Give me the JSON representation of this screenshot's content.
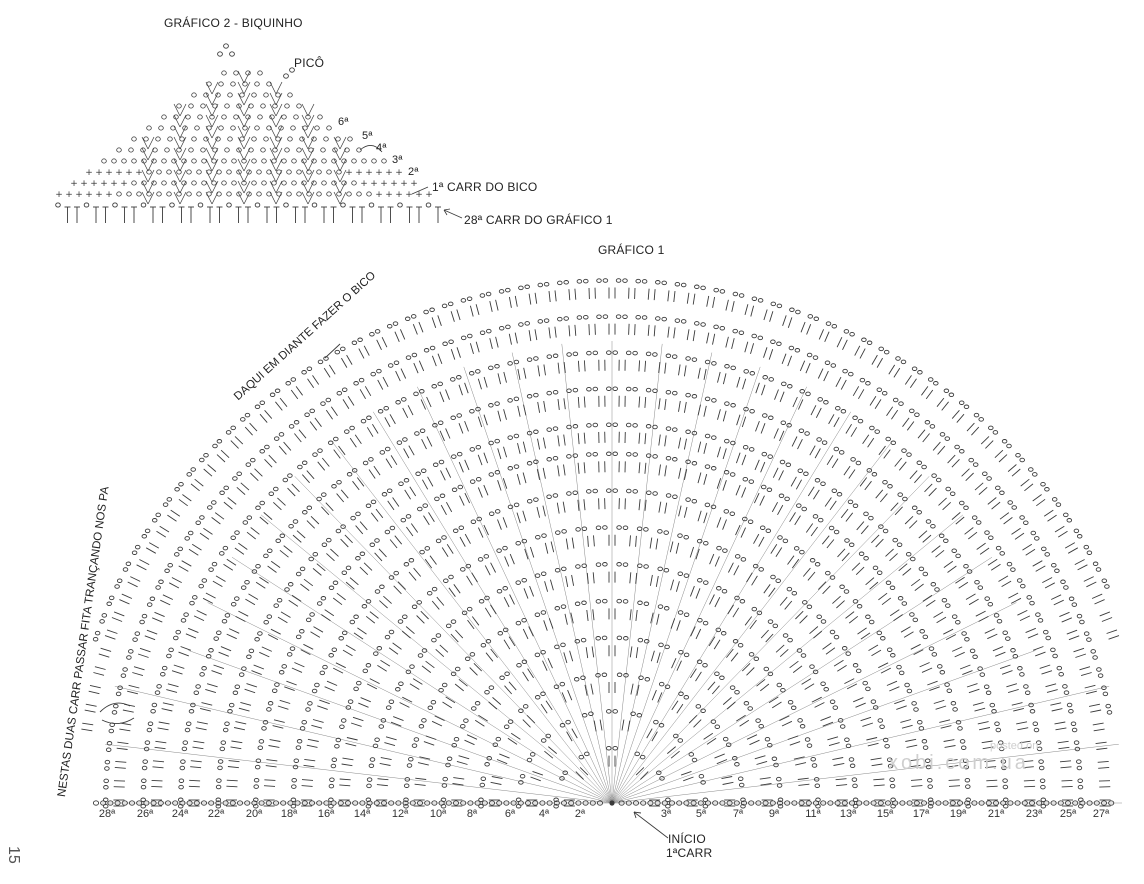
{
  "grafico2": {
    "title": "GRÁFICO 2 - BIQUINHO",
    "pico_label": "PICÔ",
    "row_labels": [
      "6ª",
      "5ª",
      "4ª",
      "3ª",
      "2ª"
    ],
    "first_row_label": "1ª CARR DO BICO",
    "base_row_label": "28ª CARR DO GRÁFICO 1"
  },
  "grafico1": {
    "title": "GRÁFICO 1",
    "note_bico": "DAQUI EM DIANTE FAZER O BICO",
    "note_fita": "NESTAS DUAS CARR PASSAR FITA TRANÇANDO NOS PA",
    "left_rows": [
      "28ª",
      "26ª",
      "24ª",
      "22ª",
      "20ª",
      "18ª",
      "16ª",
      "14ª",
      "12ª",
      "10ª",
      "8ª",
      "6ª",
      "4ª",
      "2ª"
    ],
    "right_rows": [
      "3ª",
      "5ª",
      "7ª",
      "9ª",
      "11ª",
      "13ª",
      "15ª",
      "17ª",
      "19ª",
      "21ª",
      "23ª",
      "25ª",
      "27ª"
    ],
    "start_label": "INÍCIO",
    "start_row_label": "1ªCARR"
  },
  "watermarks": {
    "posted": "posted on",
    "site": "xobi.com.ua"
  },
  "page_number": "15"
}
